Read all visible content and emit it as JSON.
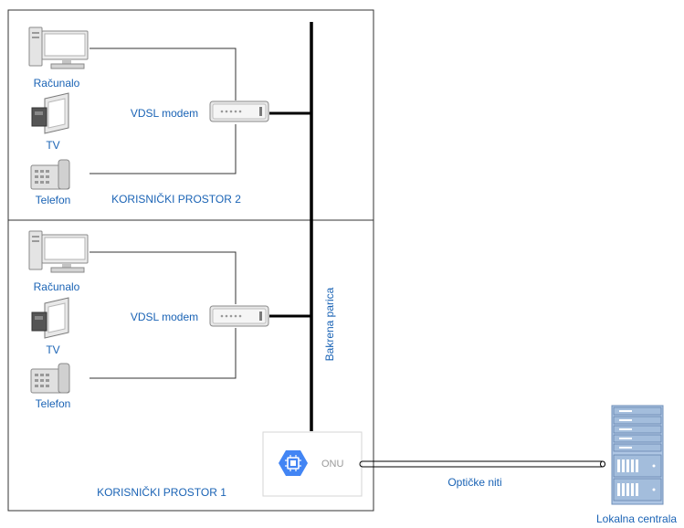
{
  "rooms": {
    "upper": {
      "title": "KORISNIČKI PROSTOR 2",
      "modem_label": "VDSL modem",
      "devices": {
        "computer": "Računalo",
        "tv": "TV",
        "phone": "Telefon"
      }
    },
    "lower": {
      "title": "KORISNIČKI PROSTOR 1",
      "modem_label": "VDSL modem",
      "devices": {
        "computer": "Računalo",
        "tv": "TV",
        "phone": "Telefon"
      }
    }
  },
  "copper_label": "Bakrena parica",
  "onu_label": "ONU",
  "fiber_label": "Optičke niti",
  "exchange_label": "Lokalna centrala",
  "colors": {
    "label": "#1a63b5",
    "line": "#000000",
    "chip": "#4285f4",
    "rack": "#aec6e4"
  }
}
